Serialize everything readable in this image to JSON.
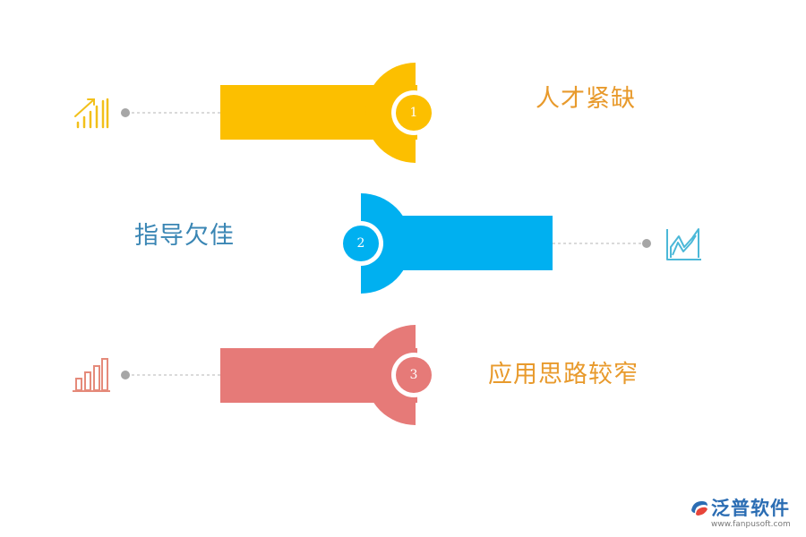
{
  "items": [
    {
      "number": "1",
      "label": "人才紧缺",
      "color": "#fcbf00",
      "label_color": "#e89a2c",
      "icon": "signal-bars-icon"
    },
    {
      "number": "2",
      "label": "指导欠佳",
      "color": "#00b0f0",
      "label_color": "#3a86b4",
      "icon": "area-chart-icon"
    },
    {
      "number": "3",
      "label": "应用思路较窄",
      "color": "#e67a78",
      "label_color": "#e89a2c",
      "icon": "bar-chart-icon"
    }
  ],
  "logo": {
    "name": "泛普软件",
    "url": "www.fanpusoft.com"
  }
}
